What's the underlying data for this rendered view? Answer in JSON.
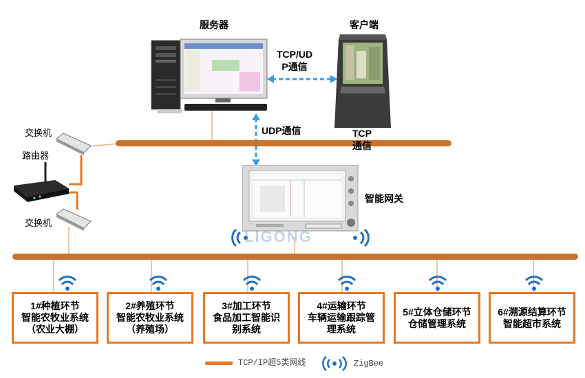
{
  "server": {
    "label": "服务器"
  },
  "client": {
    "label": "客户端"
  },
  "links": {
    "tcp_udp": "TCP/UD\nP通信",
    "udp": "UDP通信",
    "tcp": "TCP\n通信"
  },
  "gateway": {
    "label": "智能网关",
    "watermark": "LIGONG"
  },
  "network": {
    "switch_top": "交换机",
    "router": "路由器",
    "switch_bottom": "交换机"
  },
  "systems": [
    {
      "label": "1#种植环节\n智能农牧业系统\n（农业大棚）"
    },
    {
      "label": "2#养殖环节\n智能农牧业系统\n（养殖场）"
    },
    {
      "label": "3#加工环节\n食品加工智能识\n别系统"
    },
    {
      "label": "4#运输环节\n车辆运输跟踪管\n理系统"
    },
    {
      "label": "5#立体仓储环节\n仓储管理系统"
    },
    {
      "label": "6#溯源结算环节\n智能超市系统"
    }
  ],
  "legend": {
    "tcp_ip": "TCP/IP超5类网线",
    "zigbee": "ZigBee"
  },
  "colors": {
    "cable": "#c8742e",
    "box_border": "#e87722",
    "wireless": "#1f6fc4",
    "arrow": "#3a9be6"
  }
}
